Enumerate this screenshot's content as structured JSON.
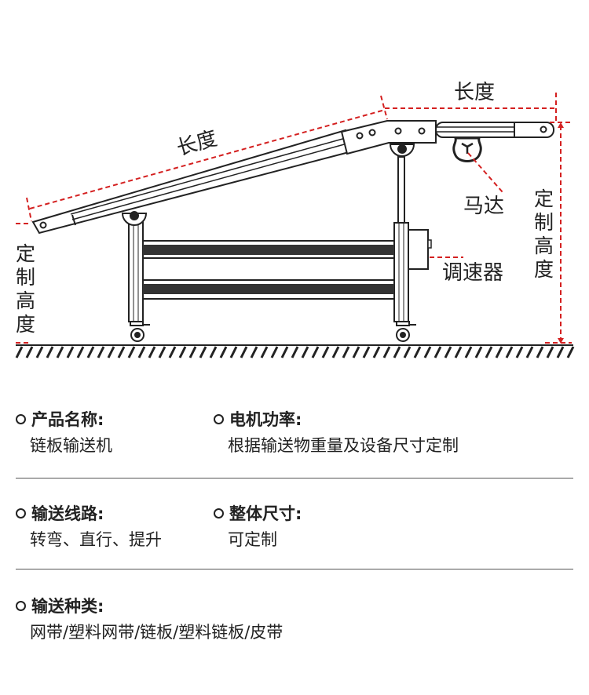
{
  "diagram": {
    "labels": {
      "incline_length": "长度",
      "top_length": "长度",
      "motor": "马达",
      "speed_controller": "调速器",
      "left_height": [
        "定",
        "制",
        "高",
        "度"
      ],
      "right_height": [
        "定",
        "制",
        "高",
        "度"
      ]
    },
    "colors": {
      "dimension": "#d42020",
      "line": "#222222",
      "band": "#333333"
    }
  },
  "specs": [
    {
      "title": "产品名称:",
      "value": "链板输送机"
    },
    {
      "title": "电机功率:",
      "value": "根据输送物重量及设备尺寸定制"
    },
    {
      "title": "输送线路:",
      "value": "转弯、直行、提升"
    },
    {
      "title": "整体尺寸:",
      "value": "可定制"
    },
    {
      "title": "输送种类:",
      "value": "网带/塑料网带/链板/塑料链板/皮带"
    }
  ]
}
